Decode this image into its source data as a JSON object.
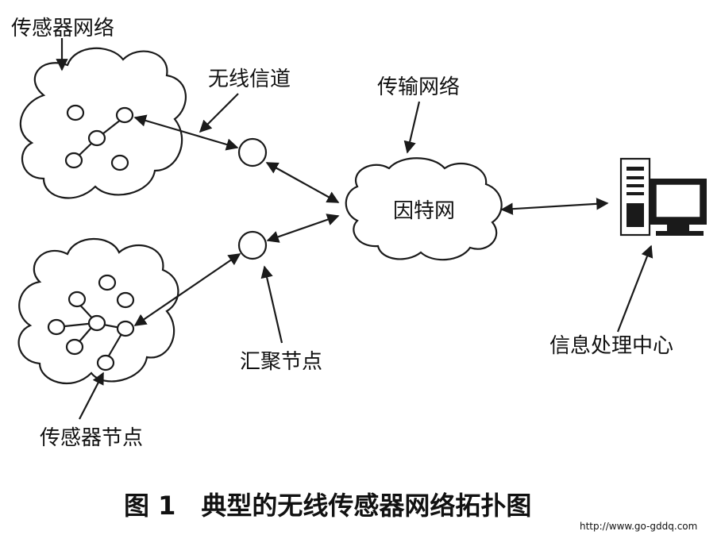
{
  "labels": {
    "sensor_network": "传感器网络",
    "wireless_channel": "无线信道",
    "transport_network": "传输网络",
    "internet": "因特网",
    "sink_node": "汇聚节点",
    "sensor_node": "传感器节点",
    "info_center": "信息处理中心"
  },
  "caption": "图 1　典型的无线传感器网络拓扑图",
  "watermark": "http://www.go-gddq.com"
}
